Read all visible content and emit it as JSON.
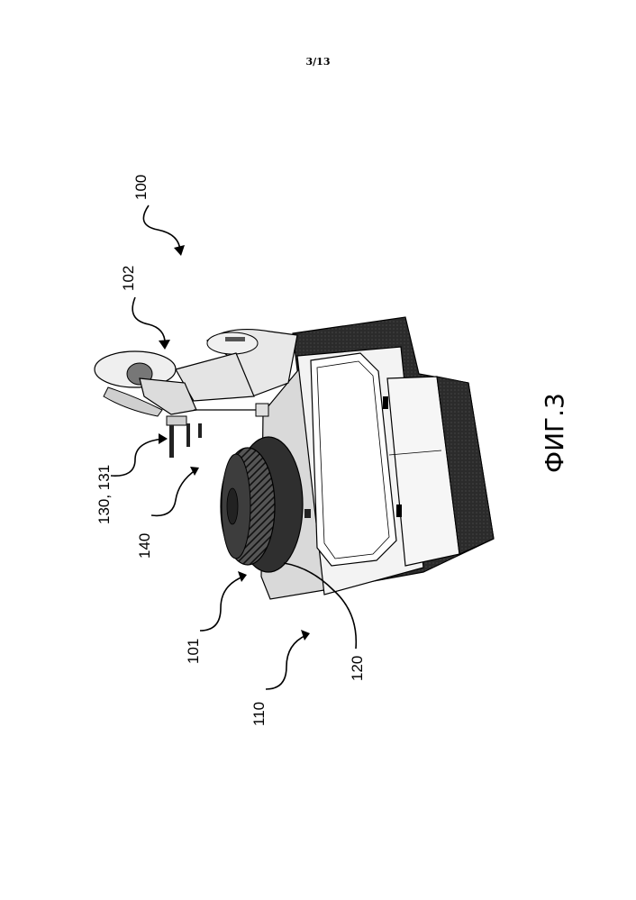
{
  "page_number": "3/13",
  "figure_label": "ФИГ.3",
  "reference_numerals": {
    "system": "100",
    "robot_arm": "102",
    "tool": "130, 131",
    "probe": "140",
    "tire": "101",
    "machine": "110",
    "mount": "120"
  },
  "colors": {
    "line": "#000000",
    "dark_body": "#2a2a2a",
    "light_panel": "#f4f4f4",
    "tire": "#3a3a3a"
  }
}
